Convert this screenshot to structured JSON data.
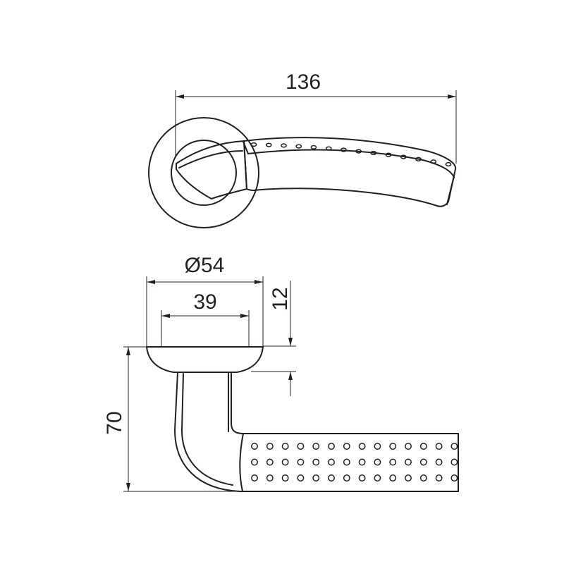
{
  "dimensions": {
    "overall_length": "136",
    "rosette_diameter": "Ø54",
    "rosette_inner": "39",
    "rosette_height": "12",
    "handle_height": "70"
  },
  "colors": {
    "line": "#231f20",
    "background": "#ffffff"
  },
  "patterns": {
    "top_dots_count": 14,
    "side_dot_rows": 3,
    "side_dot_cols": 14
  }
}
